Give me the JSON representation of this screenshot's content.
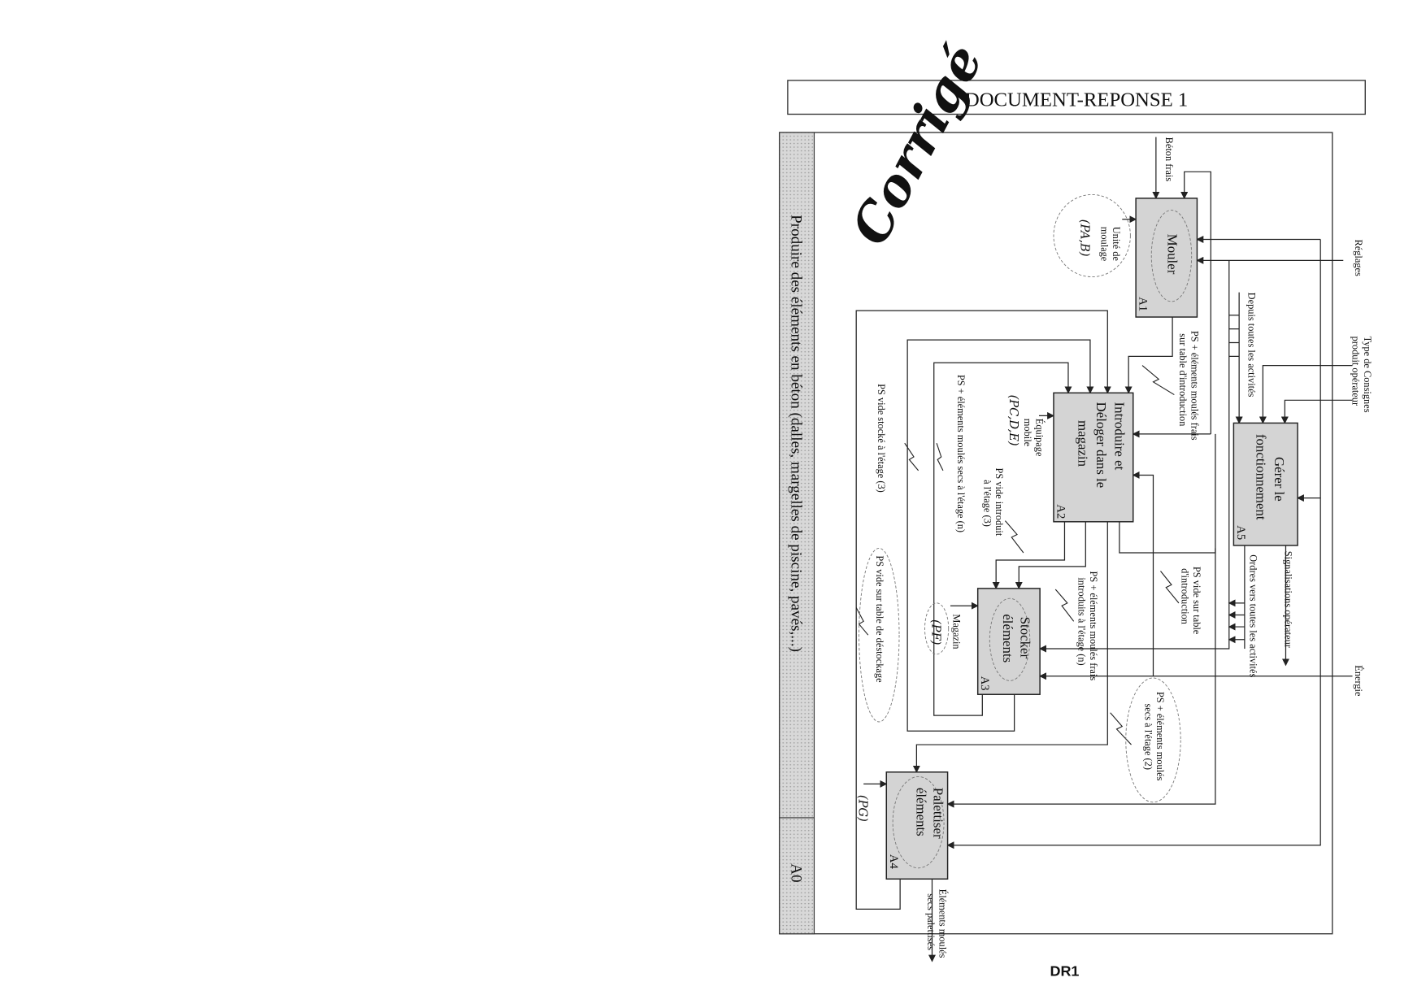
{
  "header": {
    "title": "DOCUMENT-REPONSE 1"
  },
  "stamp": "Corrigé",
  "footer": {
    "page_label": "DR1"
  },
  "frame": {
    "title": "Produire des éléments en béton (dalles, margelles de piscine, pavés,...)",
    "node": "A0"
  },
  "boxes": {
    "a1": {
      "lines": [
        "Mouler"
      ],
      "code": "A1"
    },
    "a2": {
      "lines": [
        "Introduire et",
        "Déloger dans le",
        "magazin"
      ],
      "code": "A2"
    },
    "a3": {
      "lines": [
        "Stocker",
        "éléments"
      ],
      "code": "A3"
    },
    "a4": {
      "lines": [
        "Palettiser",
        "éléments"
      ],
      "code": "A4"
    },
    "a5": {
      "lines": [
        "Gérer le",
        "fonctionnement"
      ],
      "code": "A5"
    }
  },
  "labels": {
    "beton_frais": "Béton frais",
    "unite_moulage": [
      "Unité de",
      "moulage"
    ],
    "reglages": "Réglages",
    "ps_frais_table": [
      "PS + éléments moulés frais",
      "sur table d'introduction"
    ],
    "depuis_activites": "Depuis toutes les activités",
    "type_consignes": [
      "Type de  Consignes",
      "produit   opérateur"
    ],
    "equipage": [
      "Équipage",
      "mobile"
    ],
    "ps_vide_introduit": [
      "PS vide introduit",
      "à l'étage (3)"
    ],
    "ps_secs_etage_n": "PS + éléments moulés secs  à l'étage (n)",
    "ps_vide_stocke": "PS vide stocké à l'étage (3)",
    "signalisations": "Signalisations opérateur",
    "ordres": "Ordres vers toutes les activités",
    "ps_vide_table": [
      "PS vide sur table",
      "d'introduction"
    ],
    "ps_frais_introduits": [
      "PS + éléments moulés frais",
      "introduits à l'étage (n)"
    ],
    "magazin": "Magazin",
    "ps_vide_destockage": "PS vide sur table de déstockage",
    "energie": "Énergie",
    "ps_secs_etage_2": [
      "PS + éléments moulés",
      "secs à l'étage (2)"
    ],
    "sortie": [
      "Éléments moulés",
      "secs palettisés"
    ]
  },
  "annotations": {
    "a1": "(PA,B)",
    "a2": "(PC,D,E)",
    "a3": "(PF)",
    "a4": "(PG)"
  }
}
